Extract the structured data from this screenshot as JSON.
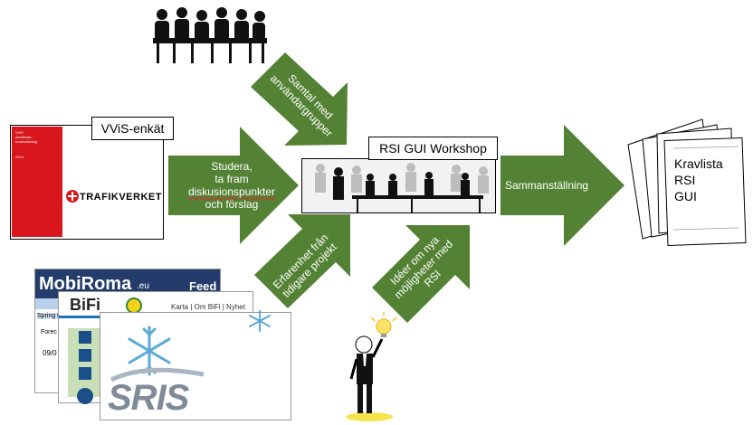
{
  "labels": {
    "vvis_enkat": "VViS-enkät",
    "workshop": "RSI GUI Workshop",
    "kravlista": [
      "Kravlista",
      "RSI",
      "GUI"
    ]
  },
  "arrows": {
    "studera": [
      "Studera,",
      "ta fram",
      "diskusionspunkter",
      "och förslag"
    ],
    "samtal": [
      "Samtal med",
      "användargrupper"
    ],
    "erfarenhet": [
      "Erfarenhet från",
      "tidigare projekt"
    ],
    "ideer": [
      "Idéer om nya",
      "möjligheter med",
      "RSI"
    ],
    "sammanstallning": "Sammanställning"
  },
  "report_cover": {
    "title_lines": [
      "VViS",
      "Användar-",
      "undersökning"
    ],
    "year": "2014",
    "brand": "TRAFIKVERKET"
  },
  "web_screens": {
    "mobiroma": "MobiRoma",
    "mobiroma_suffix": ".eu",
    "feed": "Feed",
    "spring": "Spring t",
    "forec": "Forec",
    "date": "09/0",
    "bifi": "BiFi",
    "bifi_nav": "Karta | Om BiFi | Nyhet",
    "sris": "SRIS"
  },
  "colors": {
    "arrow_green": "#548235",
    "trafikverket_red": "#d9161c"
  }
}
